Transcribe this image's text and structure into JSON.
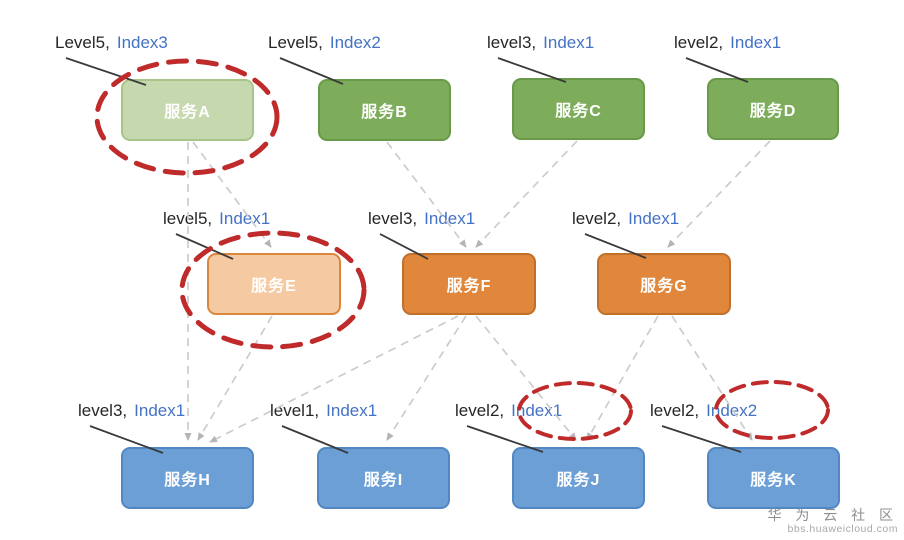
{
  "diagram_title": "service-level-index-dependency-graph",
  "annotation": {
    "separator": ","
  },
  "nodes": [
    {
      "id": "A",
      "title": "服务A",
      "level": "Level5",
      "index": "Index3",
      "group": "green-light",
      "node_circled": true
    },
    {
      "id": "B",
      "title": "服务B",
      "level": "Level5",
      "index": "Index2",
      "group": "green",
      "node_circled": false
    },
    {
      "id": "C",
      "title": "服务C",
      "level": "level3",
      "index": "Index1",
      "group": "green",
      "node_circled": false
    },
    {
      "id": "D",
      "title": "服务D",
      "level": "level2",
      "index": "Index1",
      "group": "green",
      "node_circled": false
    },
    {
      "id": "E",
      "title": "服务E",
      "level": "level5",
      "index": "Index1",
      "group": "orange-light",
      "node_circled": true
    },
    {
      "id": "F",
      "title": "服务F",
      "level": "level3",
      "index": "Index1",
      "group": "orange",
      "node_circled": false
    },
    {
      "id": "G",
      "title": "服务G",
      "level": "level2",
      "index": "Index1",
      "group": "orange",
      "node_circled": false
    },
    {
      "id": "H",
      "title": "服务H",
      "level": "level3",
      "index": "Index1",
      "group": "blue",
      "node_circled": false
    },
    {
      "id": "I",
      "title": "服务I",
      "level": "level1",
      "index": "Index1",
      "group": "blue",
      "node_circled": false
    },
    {
      "id": "J",
      "title": "服务J",
      "level": "level2",
      "index": "Index1",
      "group": "blue",
      "index_circled": true
    },
    {
      "id": "K",
      "title": "服务K",
      "level": "level2",
      "index": "Index2",
      "group": "blue",
      "index_circled": true
    }
  ],
  "edges": [
    {
      "from": "服务A",
      "to": "服务E"
    },
    {
      "from": "服务A",
      "to": "服务H"
    },
    {
      "from": "服务B",
      "to": "服务F"
    },
    {
      "from": "服务C",
      "to": "服务F"
    },
    {
      "from": "服务D",
      "to": "服务G"
    },
    {
      "from": "服务E",
      "to": "服务H"
    },
    {
      "from": "服务F",
      "to": "服务H"
    },
    {
      "from": "服务F",
      "to": "服务I"
    },
    {
      "from": "服务F",
      "to": "服务J"
    },
    {
      "from": "服务G",
      "to": "服务J"
    },
    {
      "from": "服务G",
      "to": "服务K"
    }
  ],
  "highlights": {
    "circled_nodes": [
      "服务A",
      "服务E"
    ],
    "circled_index_labels": [
      "服务J:Index1",
      "服务K:Index2"
    ]
  },
  "colors": {
    "green_light": "#c6d9ae",
    "green": "#7dac5b",
    "orange_light": "#f5c9a1",
    "orange": "#e0873b",
    "blue": "#6b9fd6",
    "index_text": "#4472c4",
    "highlight_red": "#bf2a2a",
    "edge_gray": "#cccccc"
  },
  "watermark": {
    "line1": "华 为 云 社 区",
    "line2": "bbs.huaweicloud.com"
  }
}
